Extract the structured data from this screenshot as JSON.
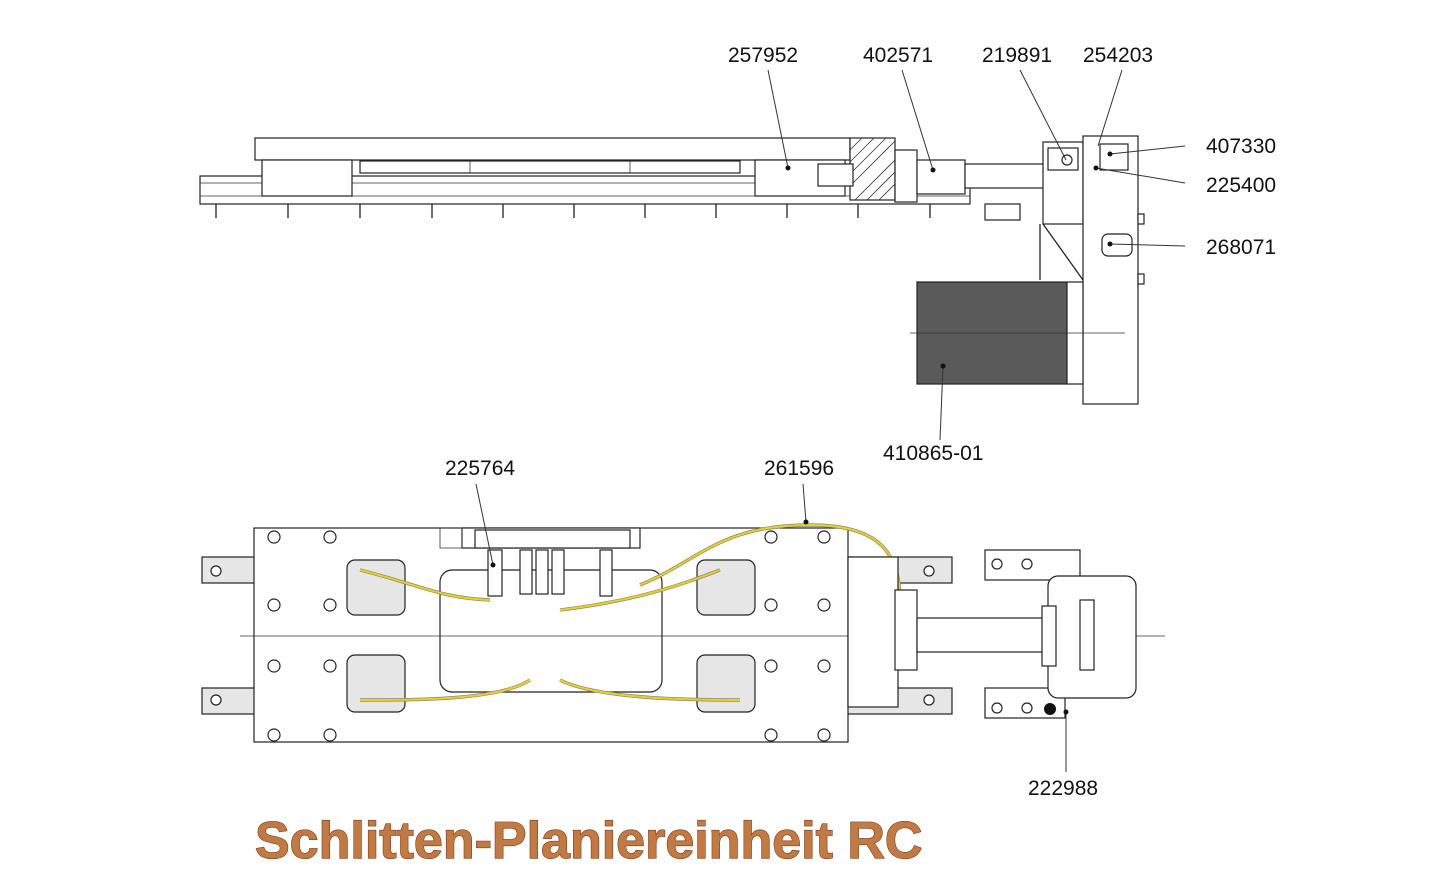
{
  "labels": {
    "p257952": "257952",
    "p402571": "402571",
    "p219891": "219891",
    "p254203": "254203",
    "p407330": "407330",
    "p225400": "225400",
    "p268071": "268071",
    "p410865": "410865-01",
    "p225764": "225764",
    "p261596": "261596",
    "p222988": "222988"
  },
  "title": "Schlitten-Planiereinheit RC",
  "colors": {
    "title_fill": "#c27a45",
    "title_outline": "#7a3e1c",
    "motor_fill": "#5a5a5a",
    "cable": "#e8d21e"
  }
}
